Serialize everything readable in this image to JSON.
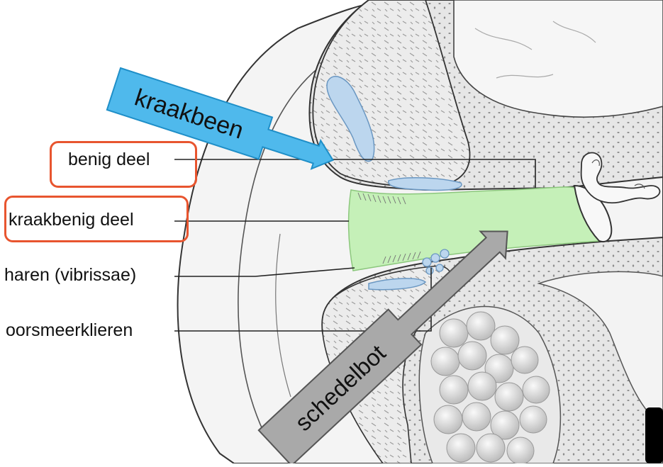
{
  "labels": {
    "benig_deel": "benig deel",
    "kraakbenig_deel": "kraakbenig deel",
    "haren": "haren (vibrissae)",
    "oorsmeerklieren": "oorsmeerklieren"
  },
  "callouts": {
    "kraakbeen": "kraakbeen",
    "schedelbot": "schedelbot"
  },
  "colors": {
    "highlight_box": "#e8552f",
    "kraakbeen_arrow": "#4fb9ec",
    "schedelbot_arrow": "#a9a9a9",
    "canal_fill": "#c5f0b8",
    "cartilage_fill": "#bcd6ee",
    "bone_fill": "#e6e6e6",
    "soft_tissue_fill": "#f4f4f4"
  }
}
